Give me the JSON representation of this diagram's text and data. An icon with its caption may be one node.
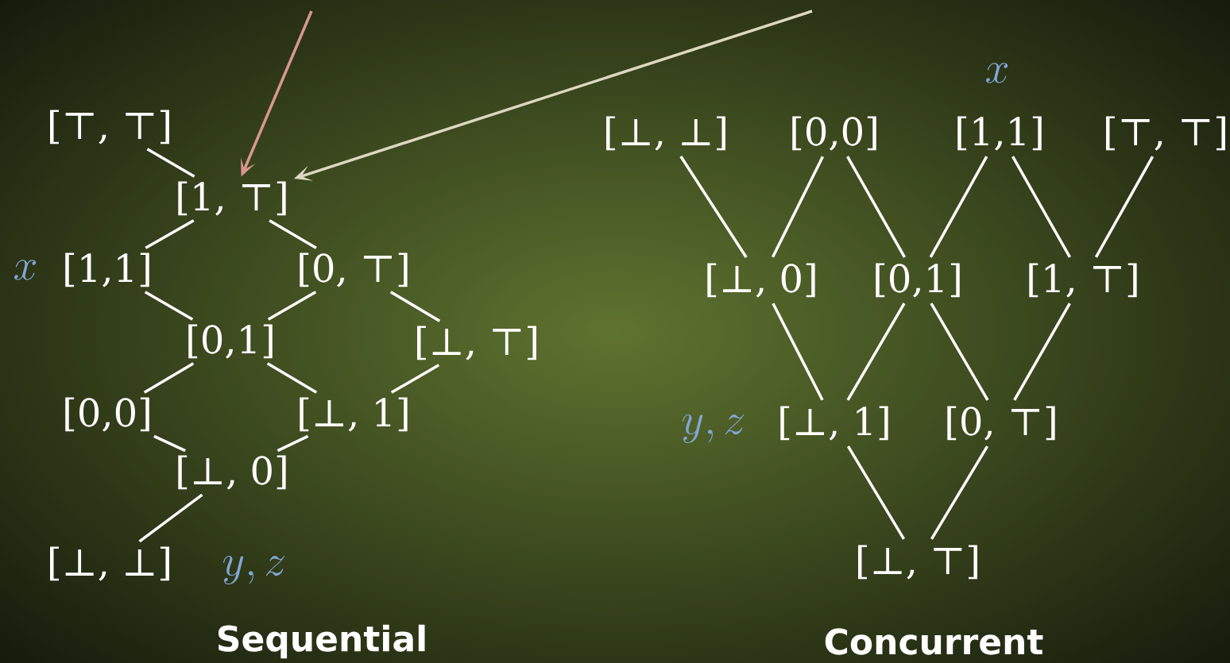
{
  "diagram": {
    "nodes": [
      {
        "text": [
          "[⊤, ⊤]"
        ]
      },
      {
        "text": [
          "[1, ⊤]"
        ]
      },
      {
        "text": [
          "[1,1]"
        ]
      },
      {
        "text": [
          "[0, ⊤]"
        ]
      },
      {
        "text": [
          "[0,1]"
        ]
      },
      {
        "text": [
          "[⊥, ⊤]"
        ]
      },
      {
        "text": [
          "[0,0]"
        ]
      },
      {
        "text": [
          "[⊥, 1]"
        ]
      },
      {
        "text": [
          "[⊥, 0]"
        ]
      },
      {
        "text": [
          "[⊥, ⊥]"
        ]
      },
      {
        "text": [
          "[⊥, ⊥]"
        ]
      },
      {
        "text": [
          "[0,0]"
        ]
      },
      {
        "text": [
          "[1,1]"
        ]
      },
      {
        "text": [
          "[⊤, ⊤]"
        ]
      },
      {
        "text": [
          "[⊥, 0]"
        ]
      },
      {
        "text": [
          "[0,1]"
        ]
      },
      {
        "text": [
          "[1, ⊤]"
        ]
      },
      {
        "text": [
          "[⊥, 1]"
        ]
      },
      {
        "text": [
          "[0, ⊤]"
        ]
      },
      {
        "text": [
          "[⊥, ⊤]"
        ]
      }
    ],
    "edges": [
      {
        "from": 0,
        "to": 1,
        "arrow": "none"
      },
      {
        "from": 1,
        "to": 2,
        "arrow": "none"
      },
      {
        "from": 1,
        "to": 3,
        "arrow": "none"
      },
      {
        "from": 2,
        "to": 4,
        "arrow": "none"
      },
      {
        "from": 3,
        "to": 4,
        "arrow": "none"
      },
      {
        "from": 3,
        "to": 5,
        "arrow": "none"
      },
      {
        "from": 4,
        "to": 6,
        "arrow": "none"
      },
      {
        "from": 4,
        "to": 7,
        "arrow": "none"
      },
      {
        "from": 5,
        "to": 7,
        "arrow": "none"
      },
      {
        "from": 6,
        "to": 8,
        "arrow": "none"
      },
      {
        "from": 7,
        "to": 8,
        "arrow": "none"
      },
      {
        "from": 8,
        "to": 9,
        "arrow": "none"
      },
      {
        "from": 10,
        "to": 14,
        "arrow": "none"
      },
      {
        "from": 11,
        "to": 14,
        "arrow": "none"
      },
      {
        "from": 11,
        "to": 15,
        "arrow": "none"
      },
      {
        "from": 12,
        "to": 15,
        "arrow": "none"
      },
      {
        "from": 12,
        "to": 16,
        "arrow": "none"
      },
      {
        "from": 13,
        "to": 16,
        "arrow": "none"
      },
      {
        "from": 14,
        "to": 17,
        "arrow": "none"
      },
      {
        "from": 15,
        "to": 17,
        "arrow": "none"
      },
      {
        "from": 15,
        "to": 18,
        "arrow": "none"
      },
      {
        "from": 16,
        "to": 18,
        "arrow": "none"
      },
      {
        "from": 17,
        "to": 19,
        "arrow": "none"
      },
      {
        "from": 18,
        "to": 19,
        "arrow": "none"
      },
      {
        "from": null,
        "to": 1,
        "arrow": "to",
        "color": "#d9968f"
      },
      {
        "from": null,
        "to": 1,
        "arrow": "to",
        "color": "#ddd8c0"
      }
    ],
    "labels": [
      "x",
      "y, z",
      "x",
      "y, z",
      "Sequential",
      "Concurrent"
    ]
  }
}
